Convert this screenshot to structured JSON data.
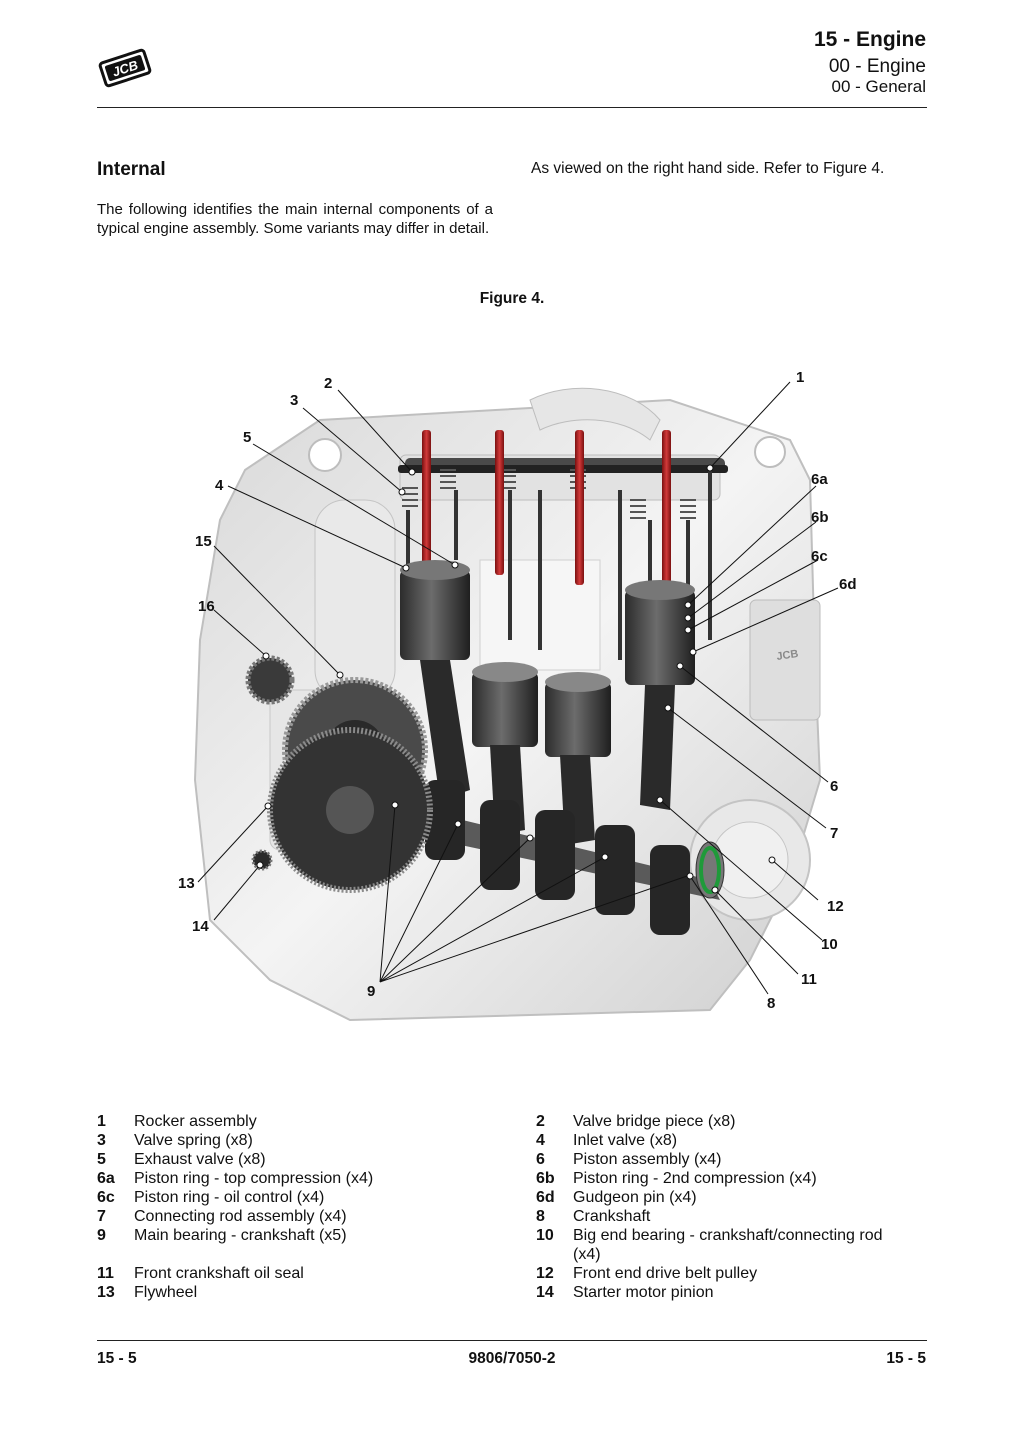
{
  "header": {
    "brand": "JCB",
    "section": "15 - Engine",
    "subsection": "00 - Engine",
    "subsubsection": "00 - General"
  },
  "section": {
    "title": "Internal",
    "intro": "The following identifies the main internal components of a typical engine assembly. Some variants may differ in detail.",
    "view_note": "As viewed on the right hand side. Refer to Figure 4."
  },
  "figure": {
    "caption": "Figure 4.",
    "engine_brand_mark": "JCB",
    "callouts": [
      "1",
      "2",
      "3",
      "4",
      "5",
      "6a",
      "6b",
      "6c",
      "6d",
      "15",
      "16",
      "6",
      "7",
      "12",
      "10",
      "11",
      "8",
      "9",
      "13",
      "14"
    ]
  },
  "legend": [
    {
      "num": "1",
      "text": "Rocker assembly"
    },
    {
      "num": "2",
      "text": "Valve bridge piece (x8)"
    },
    {
      "num": "3",
      "text": "Valve spring (x8)"
    },
    {
      "num": "4",
      "text": "Inlet valve (x8)"
    },
    {
      "num": "5",
      "text": "Exhaust valve (x8)"
    },
    {
      "num": "6",
      "text": "Piston assembly (x4)"
    },
    {
      "num": "6a",
      "text": "Piston ring - top compression (x4)"
    },
    {
      "num": "6b",
      "text": "Piston ring - 2nd compression (x4)"
    },
    {
      "num": "6c",
      "text": "Piston ring - oil control (x4)"
    },
    {
      "num": "6d",
      "text": "Gudgeon pin (x4)"
    },
    {
      "num": "7",
      "text": "Connecting rod assembly (x4)"
    },
    {
      "num": "8",
      "text": "Crankshaft"
    },
    {
      "num": "9",
      "text": "Main bearing - crankshaft (x5)"
    },
    {
      "num": "10",
      "text": "Big end bearing - crankshaft/connecting rod",
      "text2": "(x4)"
    },
    {
      "num": "11",
      "text": "Front crankshaft oil seal"
    },
    {
      "num": "12",
      "text": "Front end drive belt pulley"
    },
    {
      "num": "13",
      "text": "Flywheel"
    },
    {
      "num": "14",
      "text": "Starter motor pinion"
    }
  ],
  "footer": {
    "left": "15 - 5",
    "center": "9806/7050-2",
    "right": "15 - 5"
  }
}
